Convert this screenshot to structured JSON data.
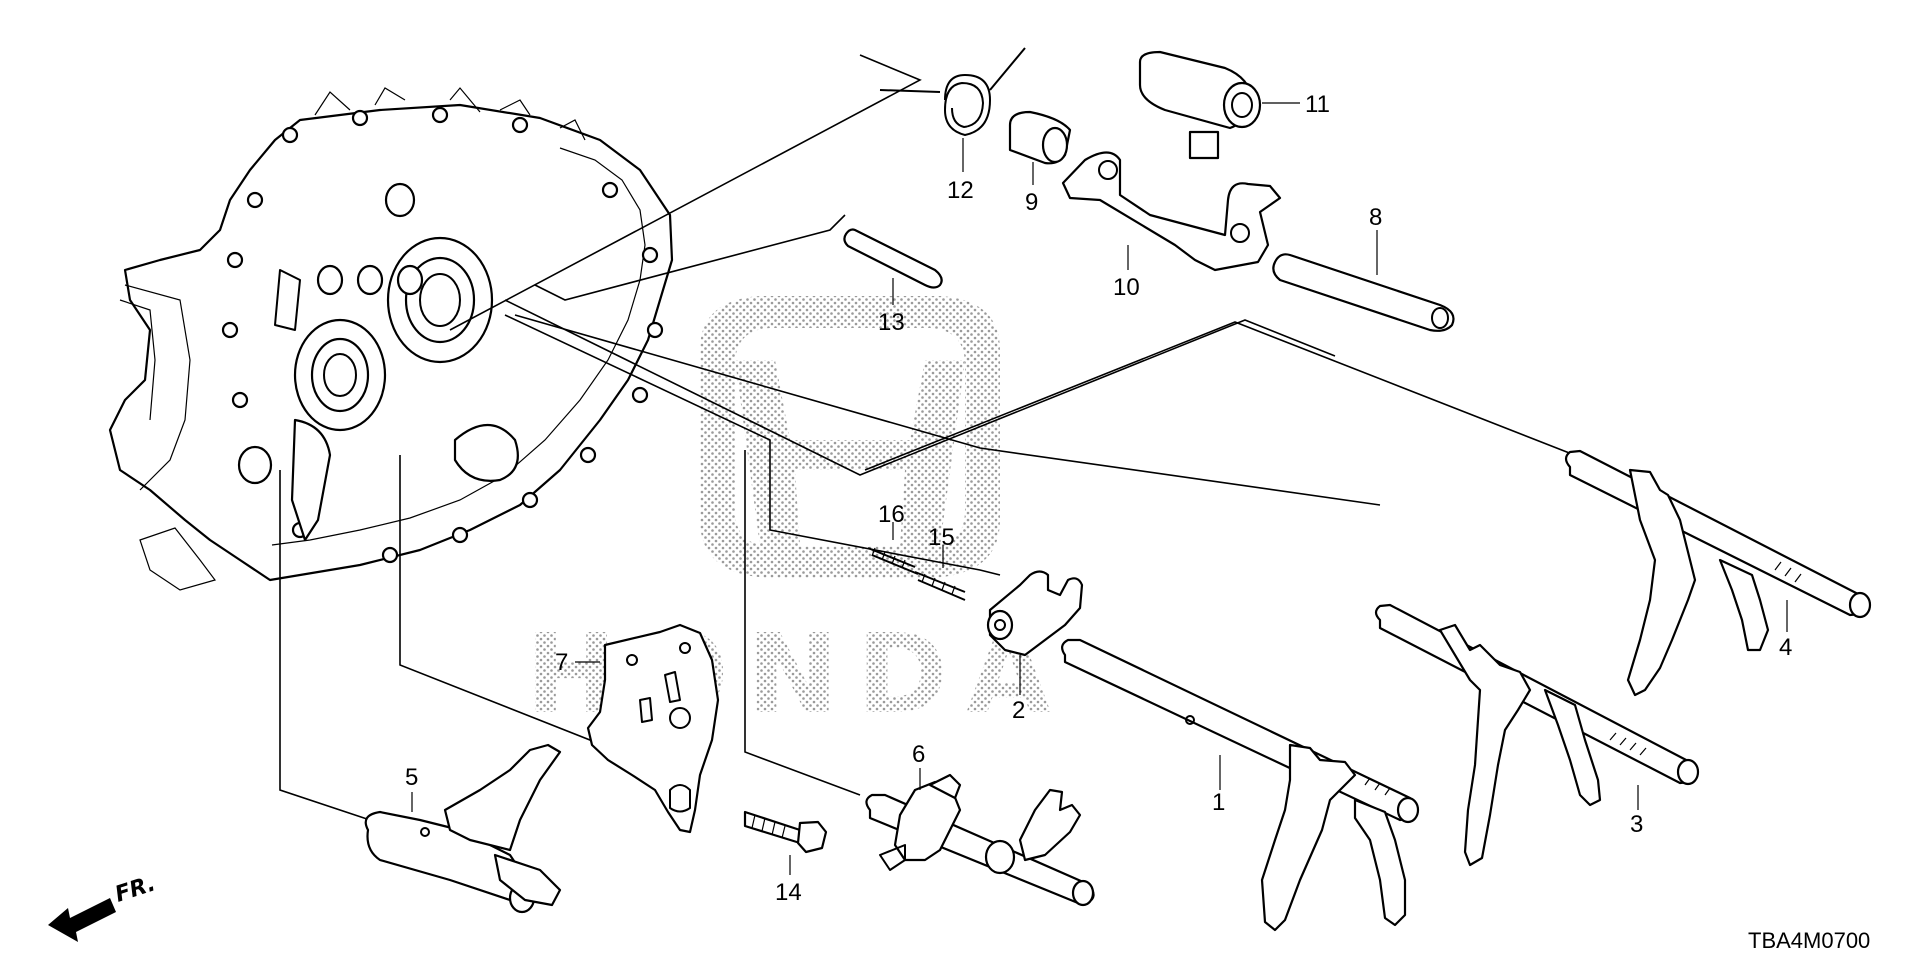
{
  "diagram": {
    "code": "TBA4M0700",
    "brand_watermark": "HONDA",
    "front_indicator": "FR.",
    "callouts": [
      {
        "id": "1",
        "text": "1"
      },
      {
        "id": "2",
        "text": "2"
      },
      {
        "id": "3",
        "text": "3"
      },
      {
        "id": "4",
        "text": "4"
      },
      {
        "id": "5",
        "text": "5"
      },
      {
        "id": "6",
        "text": "6"
      },
      {
        "id": "7",
        "text": "7"
      },
      {
        "id": "8",
        "text": "8"
      },
      {
        "id": "9",
        "text": "9"
      },
      {
        "id": "10",
        "text": "10"
      },
      {
        "id": "11",
        "text": "11"
      },
      {
        "id": "12",
        "text": "12"
      },
      {
        "id": "13",
        "text": "13"
      },
      {
        "id": "14",
        "text": "14"
      },
      {
        "id": "15",
        "text": "15"
      },
      {
        "id": "16",
        "text": "16"
      }
    ]
  }
}
